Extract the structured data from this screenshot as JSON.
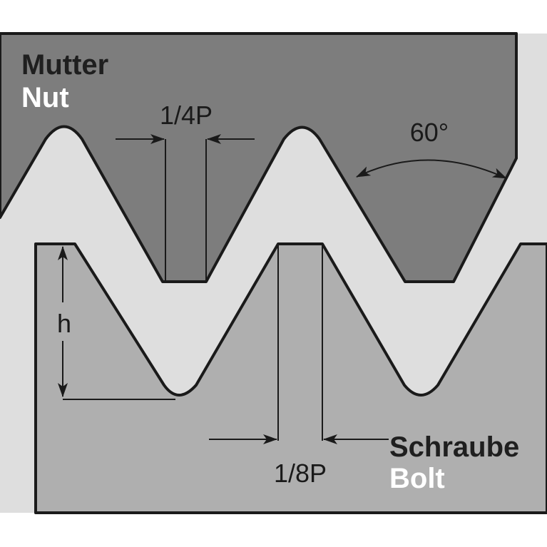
{
  "labels": {
    "nut_de": "Mutter",
    "nut_en": "Nut",
    "bolt_de": "Schraube",
    "bolt_en": "Bolt",
    "quarter_pitch": "1/4P",
    "eighth_pitch": "1/8P",
    "angle": "60°",
    "height": "h"
  },
  "colors": {
    "background": "#ffffff",
    "clearance": "#dedede",
    "nut": "#7d7d7d",
    "bolt": "#afafaf",
    "outline": "#1a1a1a",
    "text_dark": "#1f1f1f",
    "text_light": "#ffffff"
  }
}
